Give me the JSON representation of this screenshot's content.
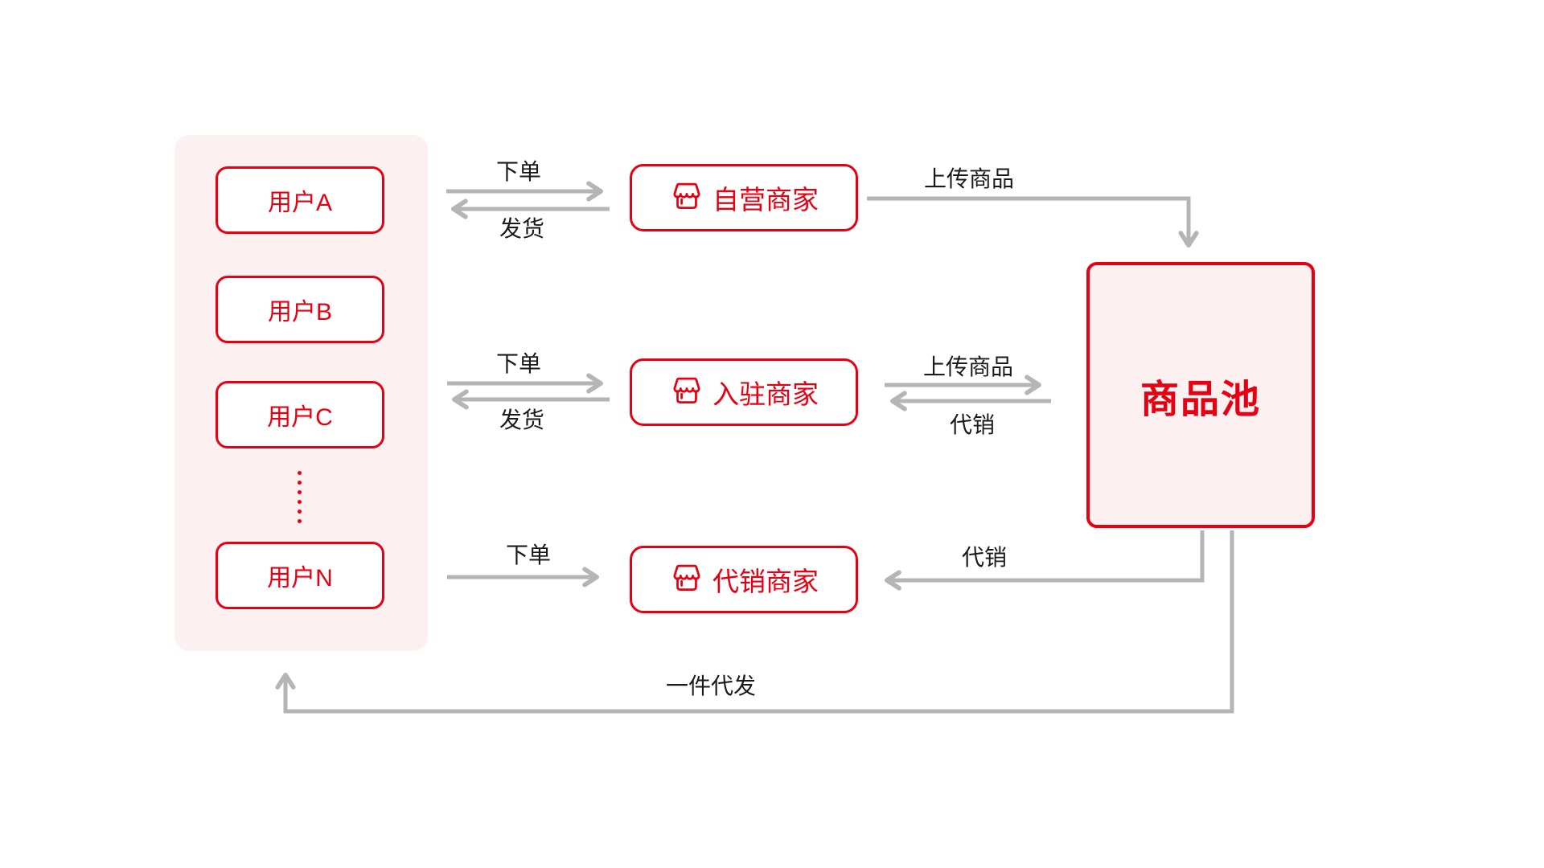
{
  "diagram": {
    "users_panel": {
      "users": [
        {
          "label": "用户A"
        },
        {
          "label": "用户B"
        },
        {
          "label": "用户C"
        },
        {
          "label": "用户N"
        }
      ]
    },
    "merchants": [
      {
        "label": "自营商家",
        "icon": "storefront-icon"
      },
      {
        "label": "入驻商家",
        "icon": "storefront-icon"
      },
      {
        "label": "代销商家",
        "icon": "storefront-icon"
      }
    ],
    "product_pool": {
      "label": "商品池"
    },
    "edge_labels": {
      "r1_order": "下单",
      "r1_ship": "发货",
      "r1_upload": "上传商品",
      "r2_order": "下单",
      "r2_ship": "发货",
      "r2_upload": "上传商品",
      "r2_consign": "代销",
      "r3_order": "下单",
      "r3_consign": "代销",
      "dropship": "一件代发"
    },
    "colors": {
      "accent_red": "#e60012",
      "panel_pink": "#fdf0f0",
      "arrow_gray": "#b5b5b5"
    }
  }
}
